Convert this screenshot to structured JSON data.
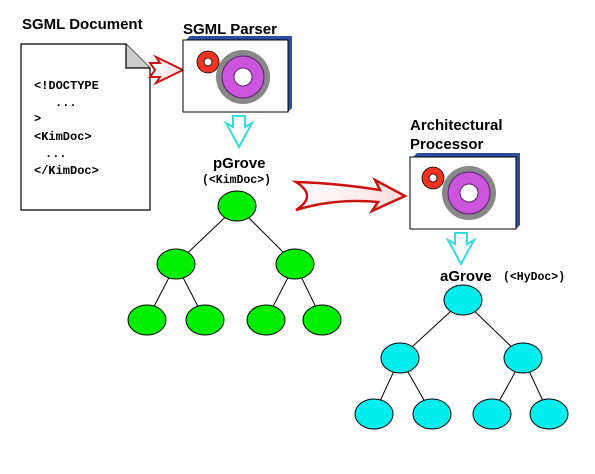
{
  "sgml_document": {
    "title": "SGML Document",
    "lines": [
      "<!DOCTYPE",
      "...",
      ">",
      "<KimDoc>",
      "...",
      "</KimDoc>"
    ]
  },
  "sgml_parser": {
    "title": "SGML Parser"
  },
  "arch_processor": {
    "title_line1": "Architectural",
    "title_line2": "Processor"
  },
  "pgrove": {
    "label": "pGrove",
    "sublabel": "(<KimDoc>)"
  },
  "agrove": {
    "label": "aGrove",
    "sublabel": "(<HyDoc>)"
  },
  "colors": {
    "pgrove_node": "#00ee00",
    "agrove_node": "#00eeee",
    "big_arrow": "#cc1111",
    "down_arrow": "#33dddd",
    "gear_gray": "#888888",
    "gear_purple": "#cc55dd",
    "gear_red": "#ee3322"
  }
}
